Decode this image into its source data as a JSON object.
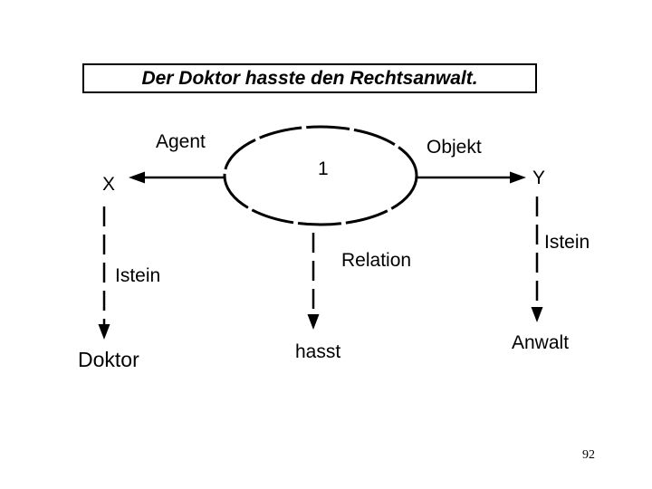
{
  "slide": {
    "title": "Der Doktor hasste den Rechtsanwalt.",
    "page_number": "92",
    "colors": {
      "background": "#ffffff",
      "line": "#000000",
      "text": "#000000"
    }
  },
  "diagram": {
    "type": "semantic-network",
    "node": {
      "label": "1"
    },
    "labels": {
      "agent": "Agent",
      "objekt": "Objekt",
      "x": "X",
      "y": "Y",
      "istein_left": "Istein",
      "relation": "Relation",
      "istein_right": "Istein",
      "doktor": "Doktor",
      "hasst": "hasst",
      "anwalt": "Anwalt"
    },
    "edges": [
      {
        "from": "1",
        "to": "X",
        "label": "Agent",
        "style": "solid-arrow-left"
      },
      {
        "from": "1",
        "to": "Y",
        "label": "Objekt",
        "style": "solid-arrow-right"
      },
      {
        "from": "X",
        "to": "Doktor",
        "label": "Istein",
        "style": "dashed-arrow-down"
      },
      {
        "from": "1",
        "to": "hasst",
        "label": "Relation",
        "style": "dashed-arrow-down"
      },
      {
        "from": "Y",
        "to": "Anwalt",
        "label": "Istein",
        "style": "dashed-arrow-down"
      }
    ]
  }
}
